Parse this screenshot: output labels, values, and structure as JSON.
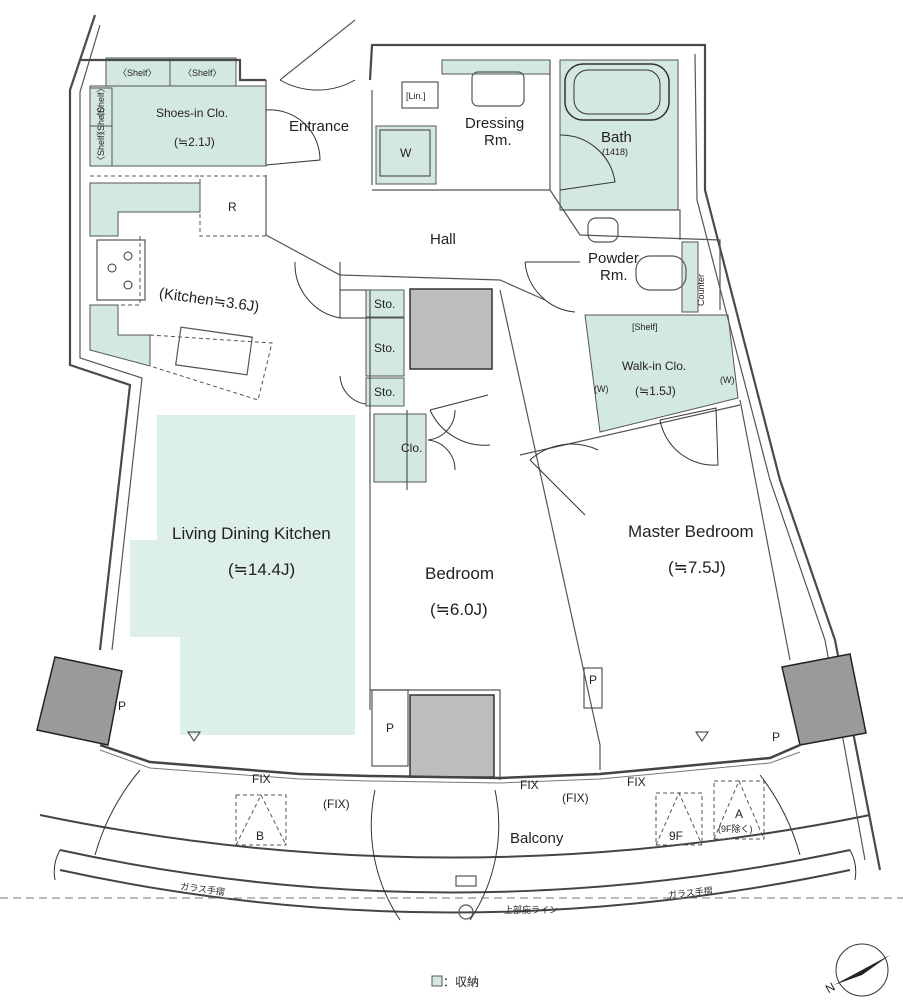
{
  "colors": {
    "storage": "#d4e8e2",
    "living_fill": "#dcefe9",
    "pillar": "#9a9a9a",
    "shaft": "#bdbdbd",
    "wall": "#4a4a4a"
  },
  "rooms": {
    "entrance": "Entrance",
    "dressing_line1": "Dressing",
    "dressing_line2": "Rm.",
    "bath": "Bath",
    "bath_size": "(1418)",
    "hall": "Hall",
    "powder_line1": "Powder",
    "powder_line2": "Rm.",
    "counter": "Counter",
    "walkin": "Walk-in Clo.",
    "walkin_size": "(≒1.5J)",
    "shelf_walkin": "[Shelf]",
    "w_left": "(W)",
    "w_right": "(W)",
    "shoes": "Shoes-in Clo.",
    "shoes_size": "(≒2.1J)",
    "shelf_top1": "〈Shelf〉",
    "shelf_top2": "〈Shelf〉",
    "shelf_side1": "〈Shelf〉",
    "shelf_side2": "〈Shelf〉",
    "shelf_side3": "〈Shelf〉",
    "lin": "[Lin.]",
    "w_dressing": "W",
    "r": "R",
    "kitchen": "(Kitchen≒3.6J)",
    "sto1": "Sto.",
    "sto2": "Sto.",
    "sto3": "Sto.",
    "clo": "Clo.",
    "ldk": "Living Dining Kitchen",
    "ldk_size": "(≒14.4J)",
    "bedroom": "Bedroom",
    "bedroom_size": "(≒6.0J)",
    "master": "Master Bedroom",
    "master_size": "(≒7.5J)",
    "p1": "P",
    "p2": "P",
    "p3": "P",
    "p4": "P",
    "fix1": "FIX",
    "fix2": "(FIX)",
    "fix3": "FIX",
    "fix4": "(FIX)",
    "fix5": "FIX",
    "balcony": "Balcony",
    "b": "B",
    "nine_f": "9F",
    "a_line1": "A",
    "a_line2": "(9F除く)",
    "glass_left": "ガラス手摺",
    "glass_right": "ガラス手摺",
    "eave_line": "上部庇ライン",
    "legend": "：収納",
    "compass": "N"
  }
}
